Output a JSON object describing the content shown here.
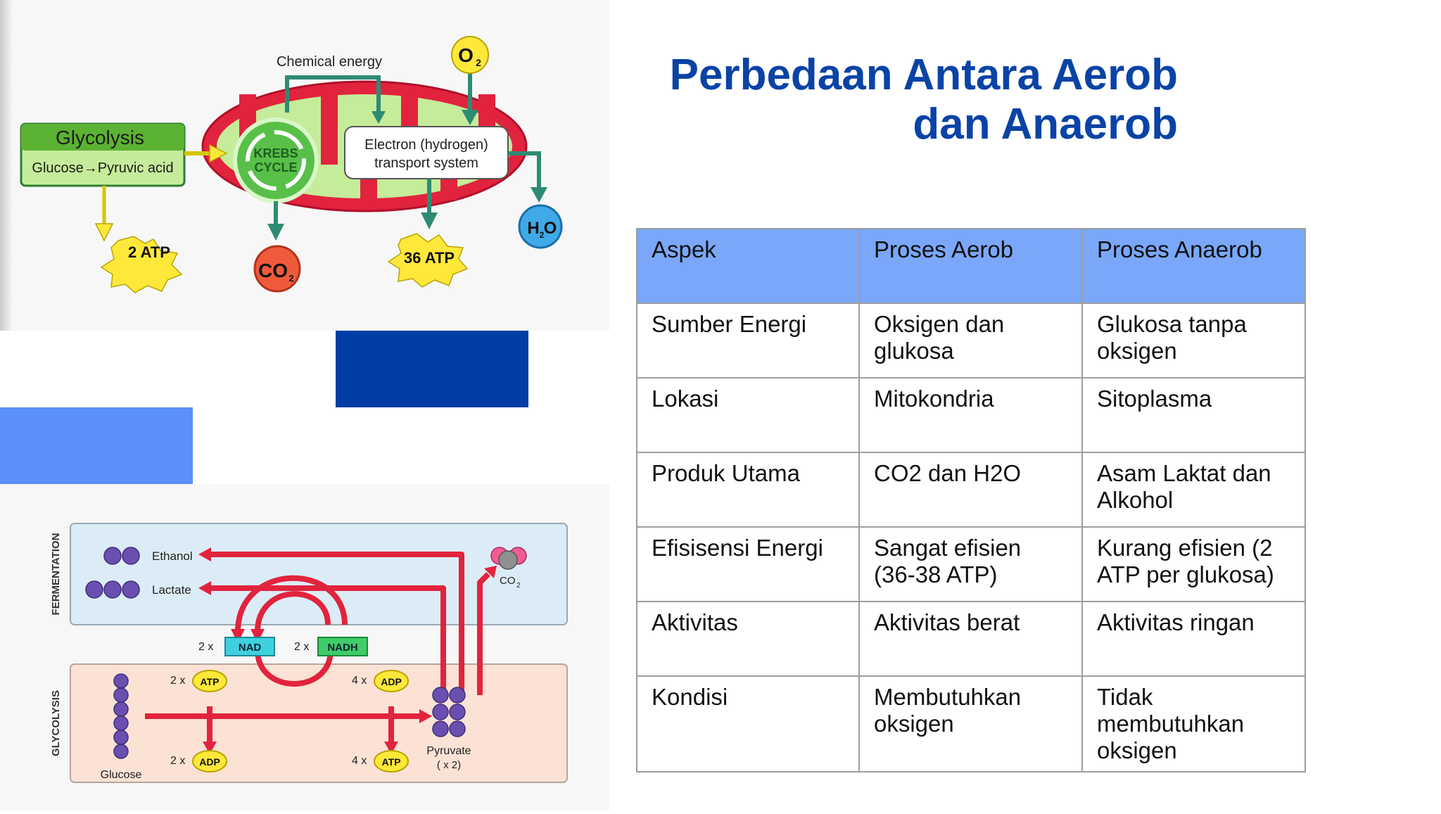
{
  "title": {
    "line1": "Perbedaan Antara Aerob",
    "line2": "dan Anaerob"
  },
  "table": {
    "headers": [
      "Aspek",
      "Proses Aerob",
      "Proses Anaerob"
    ],
    "rows": [
      [
        "Sumber Energi",
        "Oksigen dan glukosa",
        "Glukosa tanpa oksigen"
      ],
      [
        "Lokasi",
        "Mitokondria",
        "Sitoplasma"
      ],
      [
        "Produk Utama",
        "CO2 dan H2O",
        "Asam Laktat dan Alkohol"
      ],
      [
        "Efisisensi Energi",
        "Sangat efisien (36-38 ATP)",
        "Kurang efisien (2 ATP per glukosa)"
      ],
      [
        "Aktivitas",
        "Aktivitas berat",
        "Aktivitas ringan"
      ],
      [
        "Kondisi",
        "Membutuhkan oksigen",
        "Tidak membutuhkan oksigen"
      ]
    ]
  },
  "respiration_diagram": {
    "chemical_energy": "Chemical energy",
    "o2": "O",
    "o2_sub": "2",
    "glycolysis": "Glycolysis",
    "glucose_pyruvic": "Glucose→Pyruvic acid",
    "krebs_line1": "KREBS",
    "krebs_line2": "CYCLE",
    "etc_line1": "Electron (hydrogen)",
    "etc_line2": "transport system",
    "h2o_h": "H",
    "h2o_sub": "2",
    "h2o_o": "O",
    "atp2": "2 ATP",
    "co2": "CO",
    "co2_sub": "2",
    "atp36": "36 ATP"
  },
  "fermentation_diagram": {
    "fermentation": "FERMENTATION",
    "glycolysis": "GLYCOLYSIS",
    "ethanol": "Ethanol",
    "lactate": "Lactate",
    "co2": "CO",
    "co2_sub": "2",
    "nad_count": "2 x",
    "nad": "NAD",
    "nadh_count": "2 x",
    "nadh": "NADH",
    "atp_in_count": "2 x",
    "atp_in": "ATP",
    "adp_in_count": "4 x",
    "adp_in": "ADP",
    "adp_out_count": "2 x",
    "adp_out": "ADP",
    "atp_out_count": "4 x",
    "atp_out": "ATP",
    "glucose": "Glucose",
    "pyruvate": "Pyruvate",
    "pyruvate_count": "( x 2)"
  },
  "colors": {
    "title": "#0a43a6",
    "header_fill": "#7aa7f9",
    "block_dark": "#003ea6",
    "block_light": "#5b8ff9",
    "mito_red": "#e2233d",
    "mito_green": "#c5ec9a",
    "arrow_teal": "#2e8b73",
    "atp_yellow": "#ffe83a"
  }
}
